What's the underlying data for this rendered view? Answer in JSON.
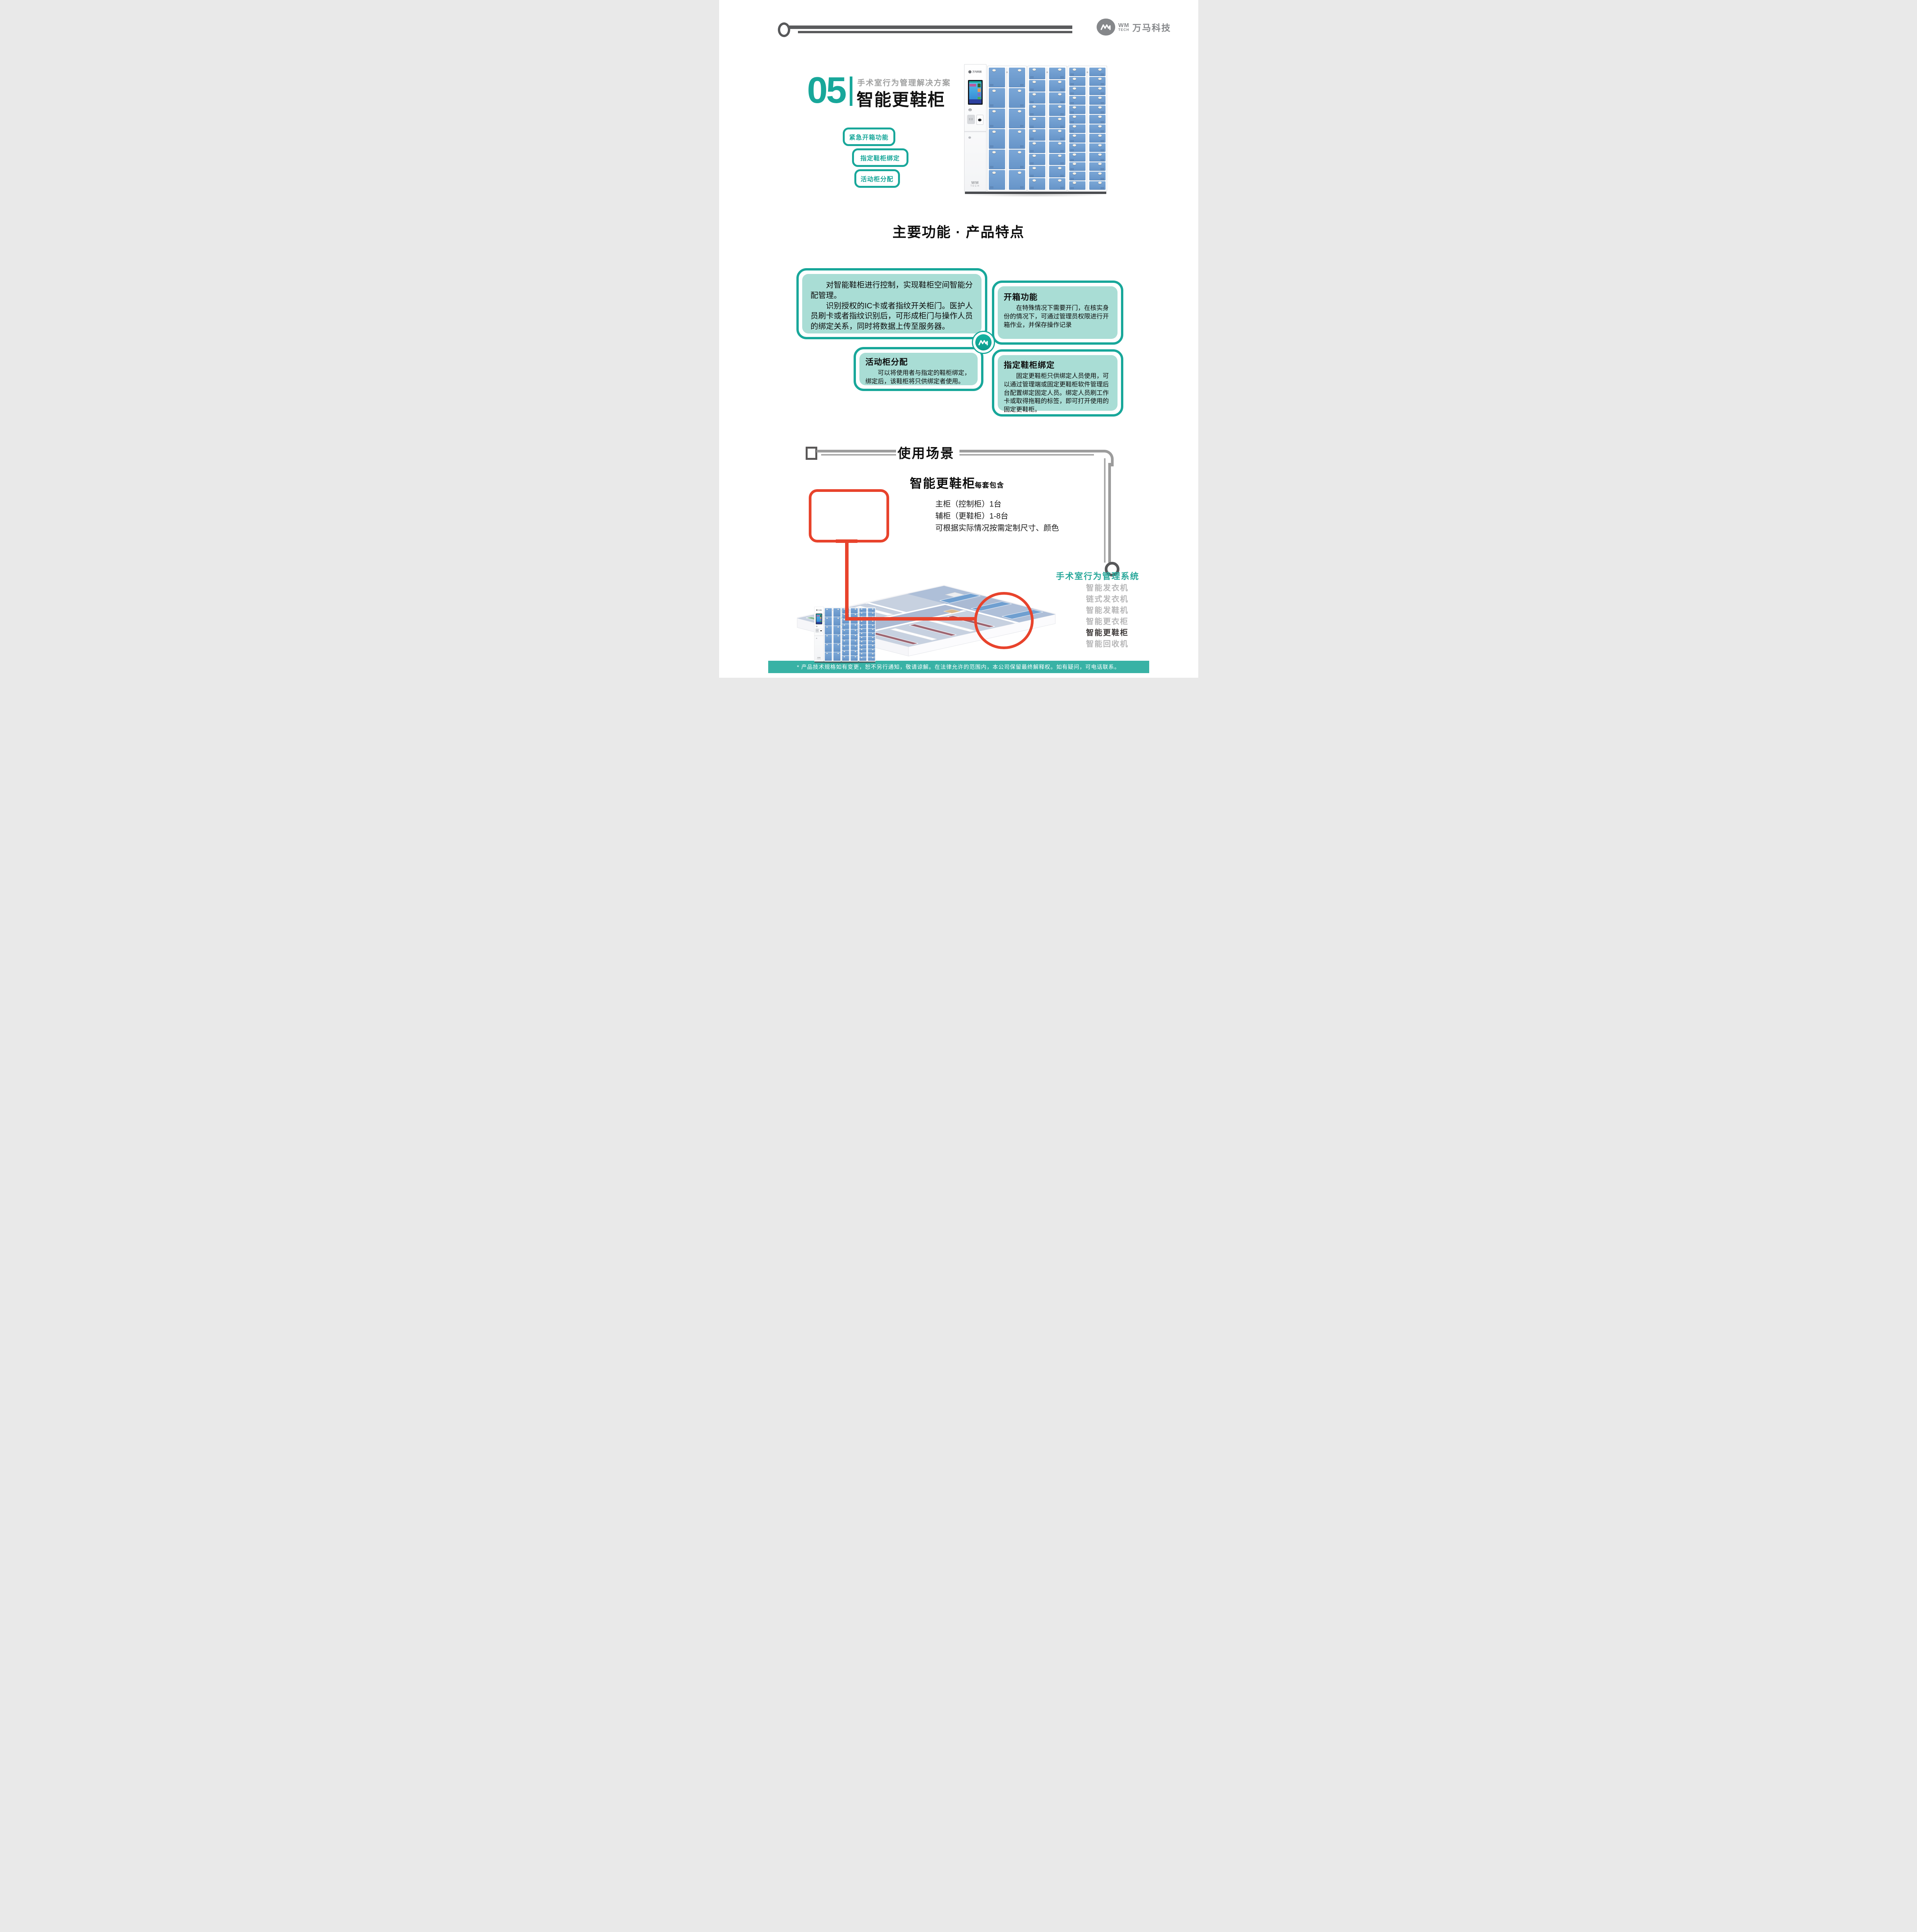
{
  "header": {
    "logo_monogram": "WM",
    "logo_wm": "WM",
    "logo_tech": "TECH",
    "logo_company": "万马科技"
  },
  "hero": {
    "number": "05",
    "subtitle": "手术室行为管理解决方案",
    "title": "智能更鞋柜",
    "pills": [
      "紧急开箱功能",
      "指定鞋柜绑定",
      "活动柜分配"
    ]
  },
  "features": {
    "heading": "主要功能 · 产品特点",
    "intro": {
      "p1": "对智能鞋柜进行控制，实现鞋柜空间智能分配管理。",
      "p2": "识别授权的IC卡或者指纹开关柜门。医护人员刷卡或者指纹识别后，可形成柜门与操作人员的绑定关系，同时将数据上传至服务器。"
    },
    "boxes": [
      {
        "title": "开箱功能",
        "body": "在特殊情况下需要开门，在核实身份的情况下，可通过管理员权限进行开箱作业，并保存操作记录"
      },
      {
        "title": "活动柜分配",
        "body": "可以将使用者与指定的鞋柜绑定，绑定后，该鞋柜将只供绑定者使用。"
      },
      {
        "title": "指定鞋柜绑定",
        "body": "固定更鞋柜只供绑定人员使用，可以通过管理端或固定更鞋柜软件管理后台配置绑定固定人员。绑定人员刷工作卡或取得拖鞋的标签，即可打开使用的固定更鞋柜。"
      }
    ]
  },
  "usage": {
    "heading": "使用场景",
    "product_title": "智能更鞋柜",
    "product_subtitle": "每套包含",
    "includes": [
      "主柜（控制柜）1台",
      "辅柜（更鞋柜）1-8台",
      "可根据实际情况按需定制尺寸、颜色"
    ],
    "system": {
      "title": "手术室行为管理系统",
      "items": [
        {
          "label": "智能发衣机",
          "active": false
        },
        {
          "label": "链式发衣机",
          "active": false
        },
        {
          "label": "智能发鞋机",
          "active": false
        },
        {
          "label": "智能更衣柜",
          "active": false
        },
        {
          "label": "智能更鞋柜",
          "active": true
        },
        {
          "label": "智能回收机",
          "active": false
        }
      ]
    }
  },
  "footer": {
    "note": "* 产品技术规格如有变更，恕不另行通知，敬请谅解。在法律允许的范围内，本公司保留最终解释权。如有疑问，可电话联系。"
  },
  "locker": {
    "brand": "万马科技",
    "label_wm": "WM",
    "label_tech": "TECH",
    "modules": [
      {
        "doors": 6
      },
      {
        "doors": 10
      },
      {
        "doors": 13
      }
    ]
  },
  "colors": {
    "accent_teal": "#18a79a",
    "panel_teal_fill": "#a9ddd5",
    "footer_teal": "#38b2a5",
    "door_blue": "#6e9ecf",
    "alert_red": "#e8432c",
    "gray_text": "#9fa0a0"
  }
}
